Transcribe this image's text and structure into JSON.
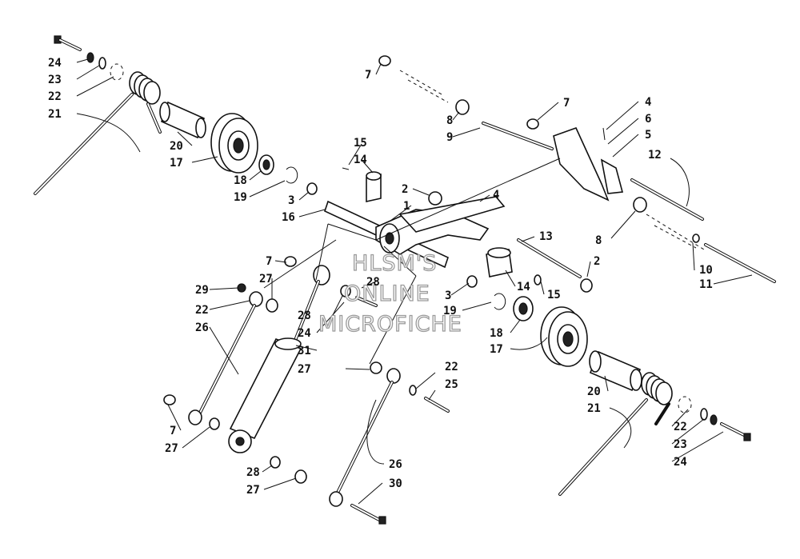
{
  "watermark": {
    "line1": "HLSM'S",
    "line2": "ONLINE",
    "line3": "MICROFICHE"
  },
  "callouts": [
    {
      "id": "c1",
      "text": "24"
    },
    {
      "id": "c2",
      "text": "23"
    },
    {
      "id": "c3",
      "text": "22"
    },
    {
      "id": "c4",
      "text": "21"
    },
    {
      "id": "c5",
      "text": "20"
    },
    {
      "id": "c6",
      "text": "17"
    },
    {
      "id": "c7",
      "text": "18"
    },
    {
      "id": "c8",
      "text": "19"
    },
    {
      "id": "c9",
      "text": "3"
    },
    {
      "id": "c10",
      "text": "16"
    },
    {
      "id": "c11",
      "text": "15"
    },
    {
      "id": "c12",
      "text": "14"
    },
    {
      "id": "c13",
      "text": "2"
    },
    {
      "id": "c14",
      "text": "1"
    },
    {
      "id": "c15",
      "text": "4"
    },
    {
      "id": "c16",
      "text": "7"
    },
    {
      "id": "c17",
      "text": "8"
    },
    {
      "id": "c18",
      "text": "9"
    },
    {
      "id": "c19",
      "text": "7"
    },
    {
      "id": "c20",
      "text": "4"
    },
    {
      "id": "c21",
      "text": "6"
    },
    {
      "id": "c22",
      "text": "5"
    },
    {
      "id": "c23",
      "text": "12"
    },
    {
      "id": "c24",
      "text": "13"
    },
    {
      "id": "c25",
      "text": "8"
    },
    {
      "id": "c26",
      "text": "2"
    },
    {
      "id": "c27",
      "text": "10"
    },
    {
      "id": "c28",
      "text": "11"
    },
    {
      "id": "c29",
      "text": "7"
    },
    {
      "id": "c30",
      "text": "27"
    },
    {
      "id": "c31",
      "text": "28"
    },
    {
      "id": "c32",
      "text": "29"
    },
    {
      "id": "c33",
      "text": "22"
    },
    {
      "id": "c34",
      "text": "26"
    },
    {
      "id": "c35",
      "text": "28"
    },
    {
      "id": "c36",
      "text": "24"
    },
    {
      "id": "c37",
      "text": "31"
    },
    {
      "id": "c38",
      "text": "27"
    },
    {
      "id": "c39",
      "text": "3"
    },
    {
      "id": "c40",
      "text": "14"
    },
    {
      "id": "c41",
      "text": "15"
    },
    {
      "id": "c42",
      "text": "19"
    },
    {
      "id": "c43",
      "text": "18"
    },
    {
      "id": "c44",
      "text": "17"
    },
    {
      "id": "c45",
      "text": "22"
    },
    {
      "id": "c46",
      "text": "25"
    },
    {
      "id": "c47",
      "text": "20"
    },
    {
      "id": "c48",
      "text": "21"
    },
    {
      "id": "c49",
      "text": "22"
    },
    {
      "id": "c50",
      "text": "23"
    },
    {
      "id": "c51",
      "text": "24"
    },
    {
      "id": "c52",
      "text": "7"
    },
    {
      "id": "c53",
      "text": "27"
    },
    {
      "id": "c54",
      "text": "26"
    },
    {
      "id": "c55",
      "text": "28"
    },
    {
      "id": "c56",
      "text": "27"
    },
    {
      "id": "c57",
      "text": "30"
    }
  ]
}
